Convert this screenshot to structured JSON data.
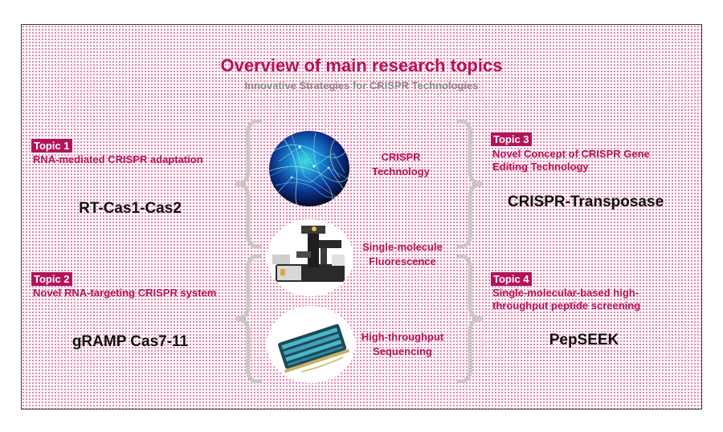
{
  "title": "Overview of main research topics",
  "subtitle": "Innovative Strategies for CRISPR Technologies",
  "topics": [
    {
      "tag": "Topic 1",
      "description": "RNA-mediated CRISPR adaptation",
      "name": "RT-Cas1-Cas2"
    },
    {
      "tag": "Topic 2",
      "description": "Novel RNA-targeting CRISPR system",
      "name": "gRAMP Cas7-11"
    },
    {
      "tag": "Topic 3",
      "description_lines": [
        "Novel Concept of CRISPR Gene",
        "Editing Technology"
      ],
      "name": "CRISPR-Transposase"
    },
    {
      "tag": "Topic 4",
      "description_lines": [
        "Single-molecular-based high-",
        "throughput peptide screening"
      ],
      "name": "PepSEEK"
    }
  ],
  "technologies": [
    {
      "lines": [
        "CRISPR",
        "Technology"
      ],
      "image": "neural-network-image"
    },
    {
      "lines": [
        "Single-molecule",
        "Fluorescence"
      ],
      "image": "microscope-image"
    },
    {
      "lines": [
        "High-throughput",
        "Sequencing"
      ],
      "image": "sequencing-flowcell-image"
    }
  ],
  "colors": {
    "accent": "#b3135b",
    "subtitle": "#8a8a8a",
    "brace": "#c8c8c8",
    "border": "#3a3a3a"
  }
}
